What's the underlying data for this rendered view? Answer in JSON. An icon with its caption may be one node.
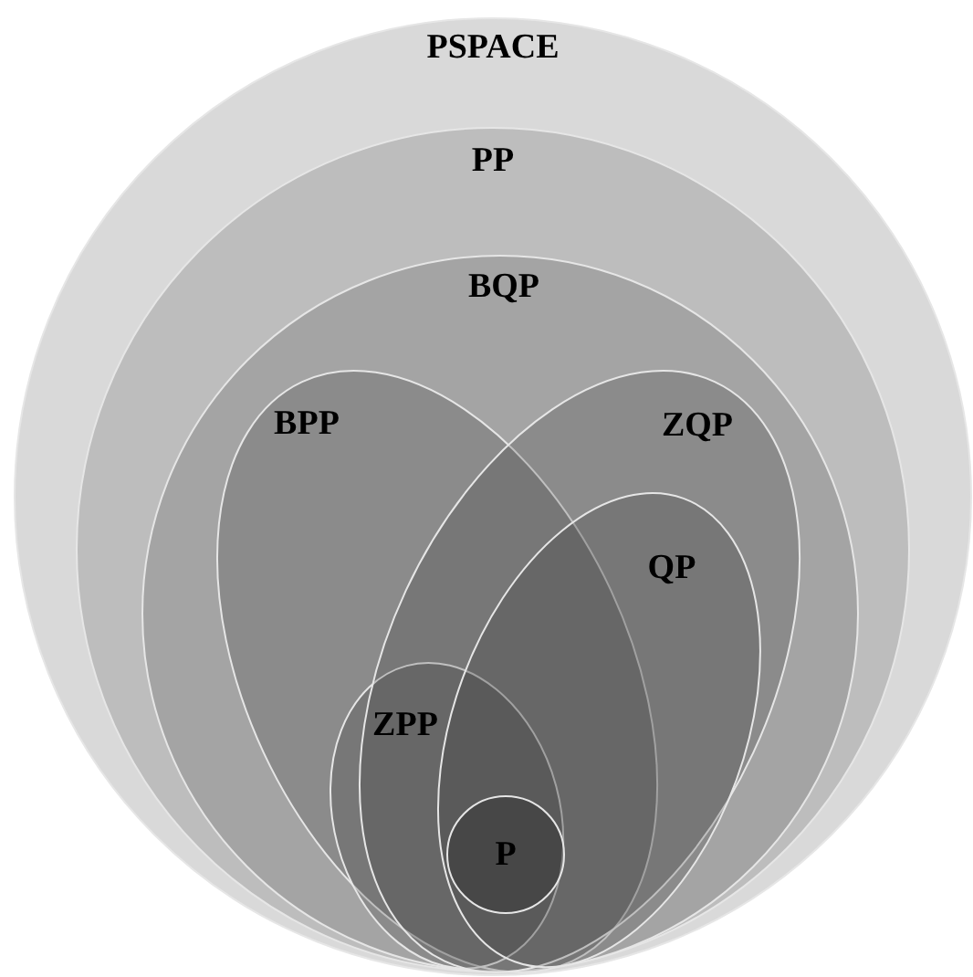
{
  "diagram": {
    "nodes": [
      {
        "text": [
          "PSPACE"
        ]
      },
      {
        "text": [
          "PP"
        ],
        "in": 0
      },
      {
        "text": [
          "BQP"
        ],
        "in": 1
      },
      {
        "text": [
          "BPP"
        ],
        "in": 2
      },
      {
        "text": [
          "ZQP"
        ],
        "in": 2
      },
      {
        "text": [
          "QP"
        ],
        "in": 4
      },
      {
        "text": [
          "ZPP"
        ],
        "in": 3
      },
      {
        "text": [
          "P"
        ]
      }
    ]
  }
}
